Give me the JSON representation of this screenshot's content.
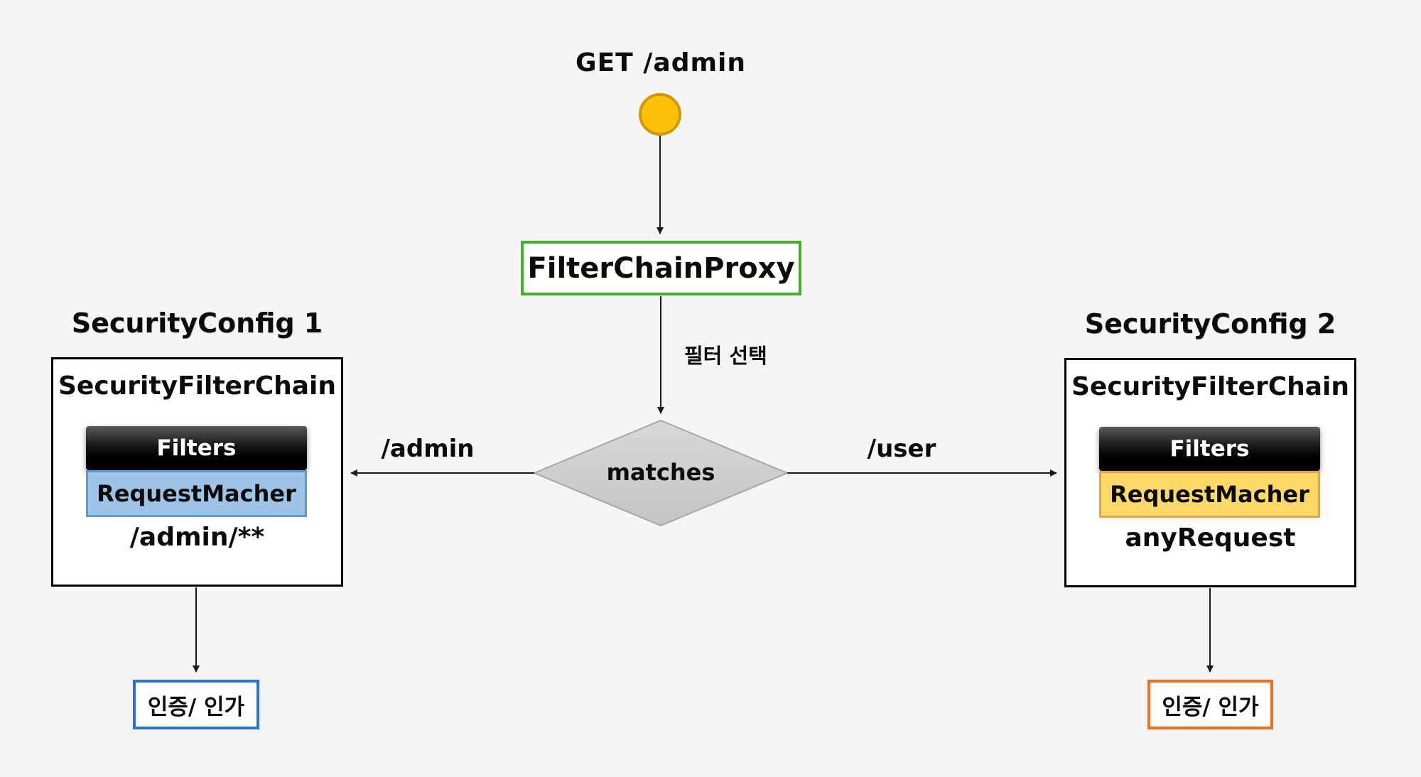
{
  "flow": {
    "request_label": "GET /admin",
    "proxy_label": "FilterChainProxy",
    "filter_select_label": "필터 선택",
    "decision_label": "matches",
    "left_branch_label": "/admin",
    "right_branch_label": "/user"
  },
  "configs": [
    {
      "title": "SecurityConfig 1",
      "chain_title": "SecurityFilterChain",
      "filters_label": "Filters",
      "matcher_label": "RequestMacher",
      "pattern": "/admin/**",
      "result_label": "인증/ 인가",
      "matcher_fill": "#9DC3E6",
      "matcher_border": "#5B9BD5",
      "result_border": "#2B73DA"
    },
    {
      "title": "SecurityConfig 2",
      "chain_title": "SecurityFilterChain",
      "filters_label": "Filters",
      "matcher_label": "RequestMacher",
      "pattern": "anyRequest",
      "result_label": "인증/ 인가",
      "matcher_fill": "#FFD966",
      "matcher_border": "#E8A33D",
      "result_border": "#FB6C1C"
    }
  ],
  "colors": {
    "background": "#F5F5F4",
    "start_circle_fill": "#FFC008",
    "start_circle_border": "#CD9A06",
    "proxy_border": "#43B02A",
    "diamond_fill": "#CBCBCB",
    "diamond_border": "#A6A6A6",
    "filters_bar": "#000000",
    "arrow": "#1a1a1a"
  }
}
